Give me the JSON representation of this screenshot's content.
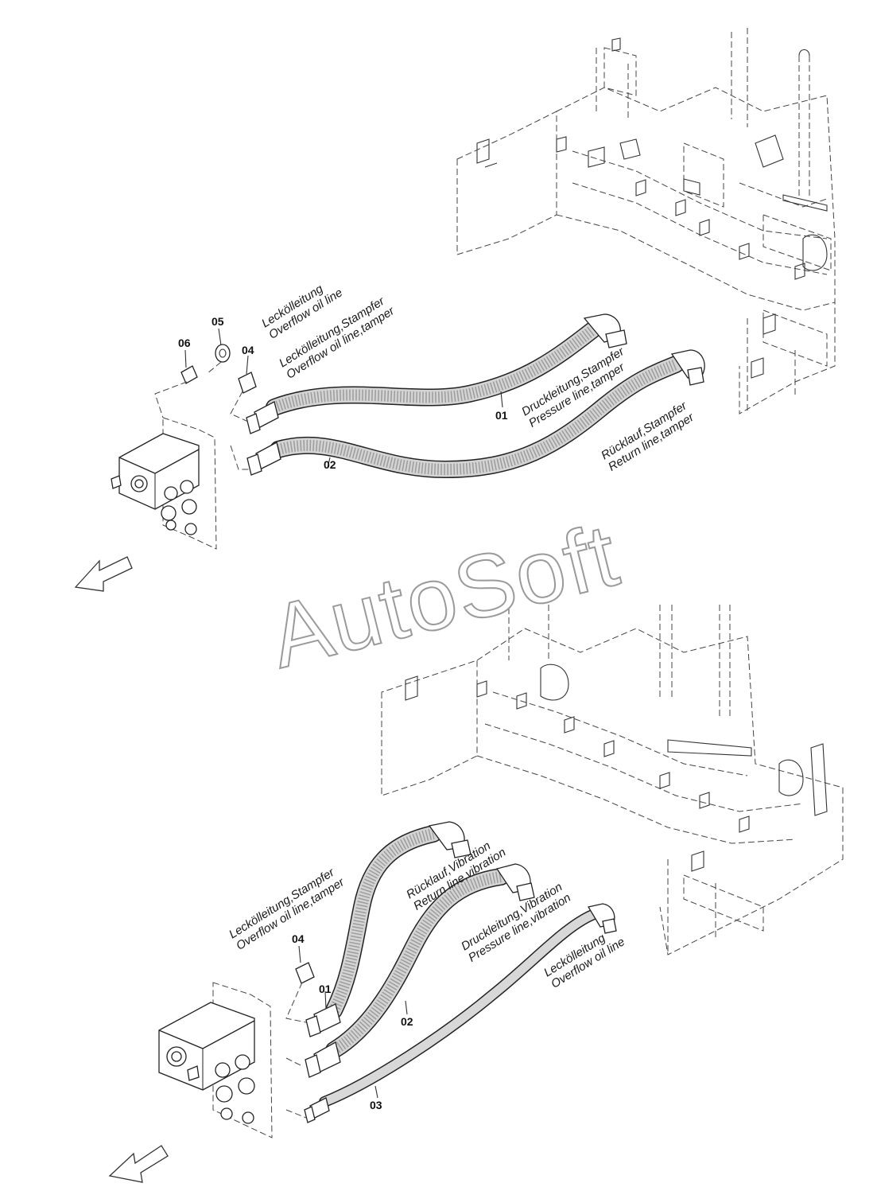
{
  "watermark": "AutoSoft",
  "upper": {
    "positions": {
      "p06": "06",
      "p05": "05",
      "p04": "04",
      "p01": "01",
      "p02": "02"
    },
    "labels": {
      "overflow_de": "Leckölleitung",
      "overflow_en": "Overflow oil line",
      "overflow_tamper_de": "Leckölleitung,Stampfer",
      "overflow_tamper_en": "Overflow oil line,tamper",
      "pressure_tamper_de": "Druckleitung,Stampfer",
      "pressure_tamper_en": "Pressure line,tamper",
      "return_tamper_de": "Rücklauf,Stampfer",
      "return_tamper_en": "Return line,tamper"
    }
  },
  "lower": {
    "positions": {
      "p04": "04",
      "p01": "01",
      "p02": "02",
      "p03": "03"
    },
    "labels": {
      "overflow_tamper_de": "Leckölleitung,Stampfer",
      "overflow_tamper_en": "Overflow oil line,tamper",
      "return_vib_de": "Rücklauf,Vibration",
      "return_vib_en": "Return line,vibration",
      "pressure_vib_de": "Druckleitung,Vibration",
      "pressure_vib_en": "Pressure line,vibration",
      "overflow_de": "Leckölleitung",
      "overflow_en": "Overflow oil line"
    }
  }
}
